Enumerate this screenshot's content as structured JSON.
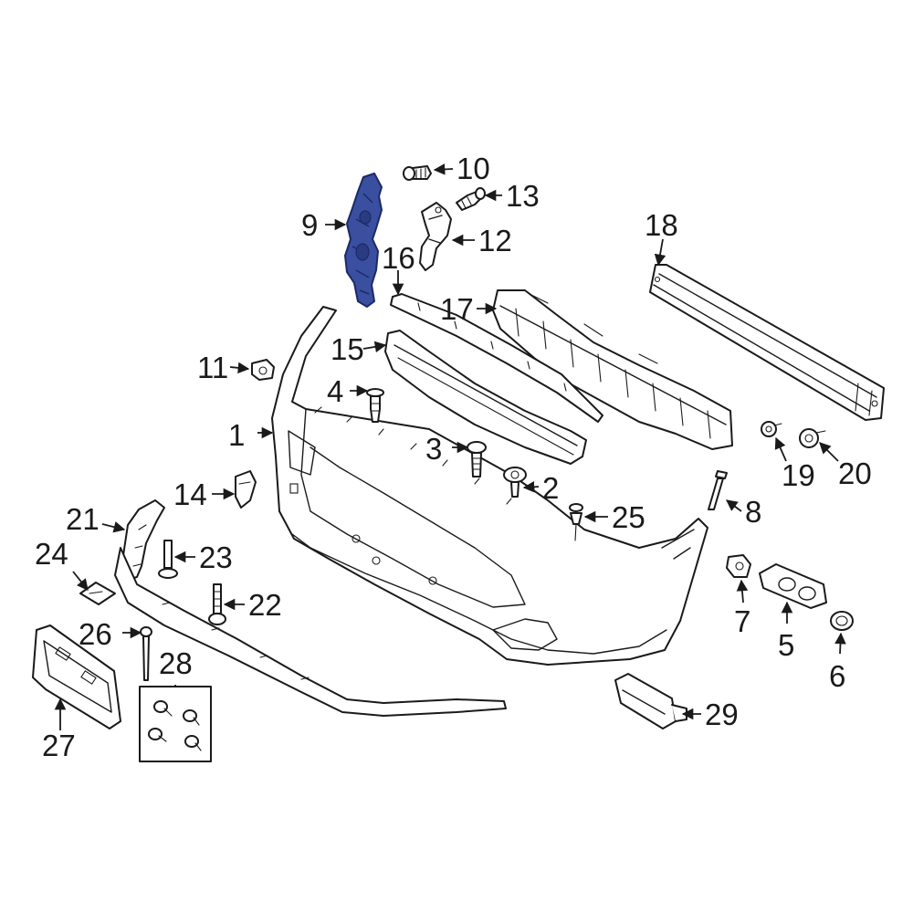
{
  "colors": {
    "line": "#1a1a1a",
    "background": "#ffffff",
    "highlight_fill": "#3b4fa0",
    "highlight_stroke": "#1c2a66"
  },
  "callouts": {
    "c1": "1",
    "c2": "2",
    "c3": "3",
    "c4": "4",
    "c5": "5",
    "c6": "6",
    "c7": "7",
    "c8": "8",
    "c9": "9",
    "c10": "10",
    "c11": "11",
    "c12": "12",
    "c13": "13",
    "c14": "14",
    "c15": "15",
    "c16": "16",
    "c17": "17",
    "c18": "18",
    "c19": "19",
    "c20": "20",
    "c21": "21",
    "c22": "22",
    "c23": "23",
    "c24": "24",
    "c25": "25",
    "c26": "26",
    "c27": "27",
    "c28": "28",
    "c29": "29"
  },
  "highlighted_part": "9"
}
